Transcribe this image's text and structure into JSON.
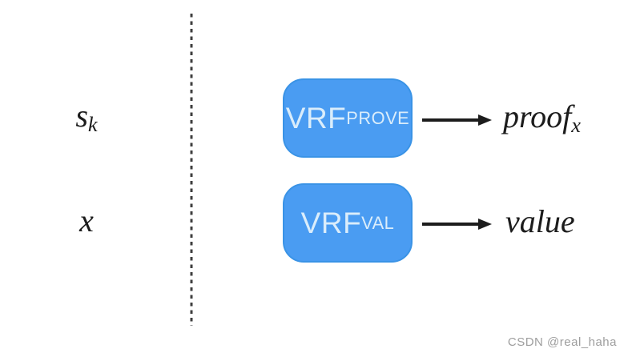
{
  "diagram": {
    "rows": [
      {
        "input": {
          "base": "s",
          "sub": "k"
        },
        "box": {
          "base": "VRF",
          "sub": "PROVE"
        },
        "output": {
          "base": "proof",
          "sub": "x"
        }
      },
      {
        "input": {
          "base": "x",
          "sub": ""
        },
        "box": {
          "base": "VRF",
          "sub": "VAL"
        },
        "output": {
          "base": "value",
          "sub": ""
        }
      }
    ],
    "colors": {
      "box_fill": "#4A9CF2",
      "box_border": "#3A93E6",
      "box_text": "#DAEDFB",
      "ink": "#1C1C1C",
      "separator": "#3F3F3F",
      "watermark": "#9E9E9E"
    }
  },
  "watermark": {
    "text": "CSDN @real_haha"
  }
}
